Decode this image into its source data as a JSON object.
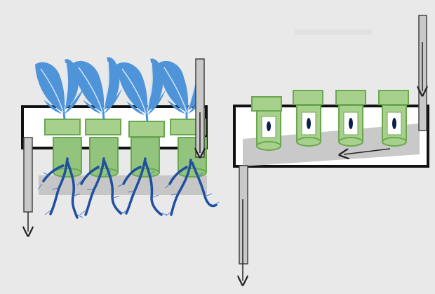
{
  "diagram": {
    "panels": [
      {
        "name": "planted-hydroponic-channel",
        "plant_count": 4
      },
      {
        "name": "empty-hydroponic-channel",
        "pot_count": 4
      }
    ],
    "colors": {
      "background": "#e9e9ea",
      "channel_stroke": "#111111",
      "channel_fill": "#ffffff",
      "lid_fill": "#a8d08d",
      "lid_stroke": "#6aa84f",
      "pot_fill": "#93c47d",
      "pot_stroke": "#6aa84f",
      "leaf_fill": "#4f94d9",
      "leaf_vein": "#cfe3f7",
      "root": "#1f4fa0",
      "pipe_fill": "#c9c9c9",
      "pipe_stroke": "#444444",
      "water_film": "#c6c6c6",
      "arrow": "#222222"
    },
    "icons": [
      "leaf-icon",
      "root-icon",
      "flow-arrow-icon",
      "drain-pipe-icon",
      "seed-icon"
    ]
  }
}
